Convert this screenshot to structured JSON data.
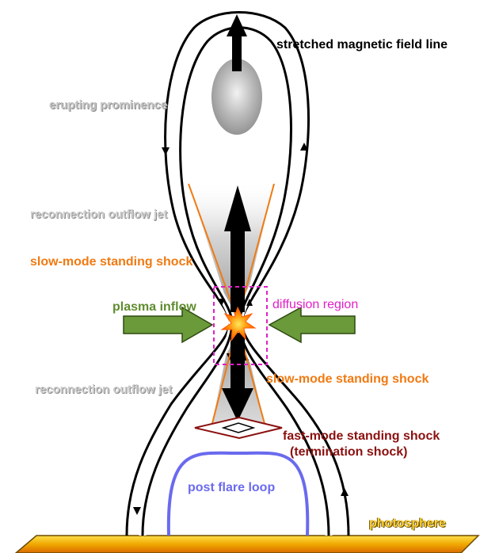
{
  "labels": {
    "stretched_field_line": "stretched magnetic field line",
    "erupting_prominence": "erupting prominence",
    "outflow_jet_top": "reconnection outflow jet",
    "slow_shock_top": "slow-mode standing shock",
    "plasma_inflow": "plasma inflow",
    "diffusion_region": "diffusion region",
    "slow_shock_bottom": "slow-mode standing shock",
    "outflow_jet_bottom": "reconnection outflow jet",
    "fast_shock": "fast-mode standing shock",
    "termination_shock": "(termination shock)",
    "post_flare_loop": "post flare loop",
    "photosphere": "photosphere"
  },
  "colors": {
    "field_line": "#000000",
    "prominence": "#a8a8a8",
    "slow_shock": "#f07a12",
    "plasma_inflow": "#6a9a3a",
    "diffusion_region": "#e020c8",
    "fast_shock": "#8b1010",
    "post_flare_loop": "#6a6aee",
    "photosphere": "#f2b400"
  },
  "icons": {
    "outflow_up": "arrow-up-icon",
    "outflow_down": "arrow-down-icon",
    "inflow_left": "arrow-right-icon",
    "inflow_right": "arrow-left-icon",
    "reconnection_point": "starburst-icon"
  }
}
